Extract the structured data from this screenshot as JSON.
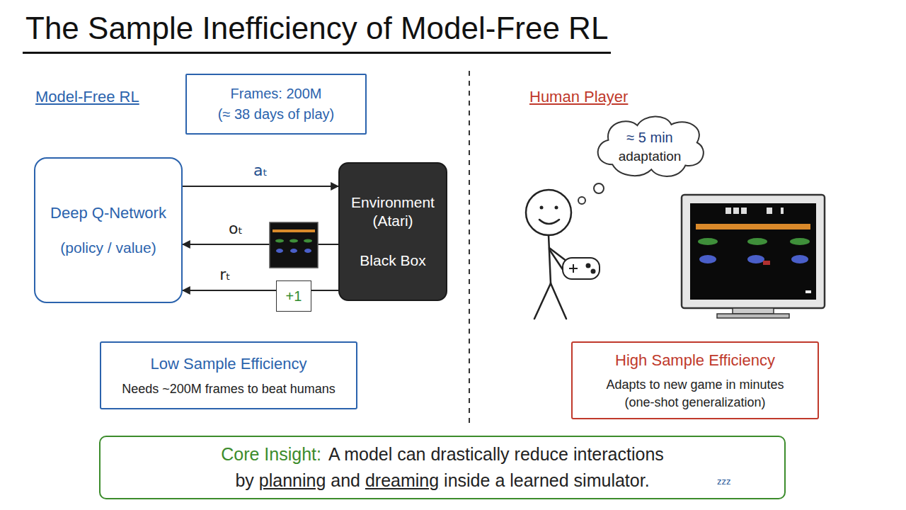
{
  "diagram": {
    "title": "The Sample Inefficiency of Model-Free RL",
    "nodes": [
      {
        "text": [
          "Frames: 200M",
          "(≈ 38 days of play)"
        ]
      },
      {
        "text": [
          "Deep Q-Network",
          "(policy / value)"
        ]
      },
      {
        "text": [
          "Environment (Atari)",
          "Black Box"
        ]
      },
      {
        "text": [
          "+1"
        ]
      },
      {
        "text": [
          "Low Sample Efficiency",
          "Needs ~200M frames to beat humans"
        ]
      },
      {
        "text": [
          "≈ 5 min",
          "adaptation"
        ]
      },
      {
        "text": [
          "High Sample Efficiency",
          "Adapts to new game in minutes",
          "(one-shot generalization)"
        ]
      },
      {
        "text": [
          "Core Insight:",
          "A model can drastically reduce interactions",
          "by planning and dreaming inside a learned simulator."
        ]
      }
    ],
    "edges": [
      {
        "from": 1,
        "to": 2,
        "arrow": "to",
        "label": "aₜ"
      },
      {
        "from": 2,
        "to": 1,
        "arrow": "to",
        "label": "oₜ"
      },
      {
        "from": 2,
        "to": 3,
        "arrow": "none"
      },
      {
        "from": 3,
        "to": 1,
        "arrow": "to",
        "label": "rₜ"
      }
    ],
    "labels": [
      "Model-Free RL",
      "Human Player",
      "zzz"
    ]
  }
}
